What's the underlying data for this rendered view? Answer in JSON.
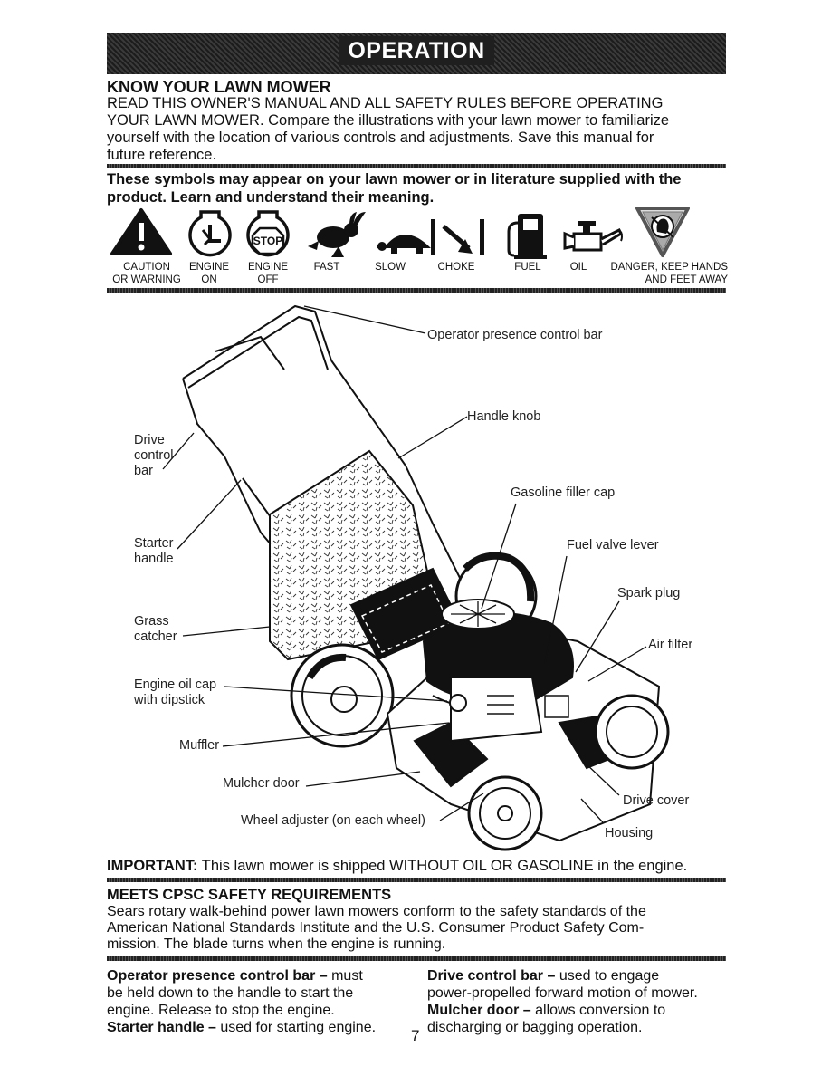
{
  "banner": {
    "title": "OPERATION"
  },
  "know": {
    "heading": "KNOW YOUR LAWN MOWER",
    "line1": "READ THIS OWNER'S MANUAL AND ALL SAFETY RULES BEFORE OPERATING",
    "line2": "YOUR LAWN MOWER.  Compare the illustrations with your lawn mower to familiarize",
    "line3": "yourself with the location of various controls and adjustments.  Save this manual for",
    "line4": "future reference."
  },
  "symbols": {
    "heading1": "These symbols may appear on your lawn mower or in literature supplied with the",
    "heading2": "product.  Learn and understand their meaning.",
    "stop_text": "STOP",
    "items": [
      {
        "line1": "CAUTION",
        "line2": "OR WARNING",
        "icon": "warning-triangle-icon"
      },
      {
        "line1": "ENGINE",
        "line2": "ON",
        "icon": "engine-on-icon"
      },
      {
        "line1": "ENGINE",
        "line2": "OFF",
        "icon": "engine-off-icon"
      },
      {
        "line1": "FAST",
        "line2": "",
        "icon": "rabbit-icon"
      },
      {
        "line1": "SLOW",
        "line2": "",
        "icon": "turtle-icon"
      },
      {
        "line1": "CHOKE",
        "line2": "",
        "icon": "choke-icon"
      },
      {
        "line1": "FUEL",
        "line2": "",
        "icon": "fuel-pump-icon"
      },
      {
        "line1": "OIL",
        "line2": "",
        "icon": "oil-can-icon"
      },
      {
        "line1": "DANGER, KEEP HANDS",
        "line2": "AND FEET AWAY",
        "icon": "keep-hands-away-icon"
      }
    ]
  },
  "diagram": {
    "operator_presence": "Operator presence control bar",
    "handle_knob": "Handle knob",
    "drive_control_1": "Drive",
    "drive_control_2": "control",
    "drive_control_3": "bar",
    "gasoline_cap": "Gasoline filler cap",
    "starter_1": "Starter",
    "starter_2": "handle",
    "fuel_valve": "Fuel valve lever",
    "spark_plug": "Spark plug",
    "grass_1": "Grass",
    "grass_2": "catcher",
    "air_filter": "Air filter",
    "oil_cap_1": "Engine oil cap",
    "oil_cap_2": "with dipstick",
    "muffler": "Muffler",
    "mulcher_door": "Mulcher door",
    "drive_cover": "Drive cover",
    "wheel_adjuster": "Wheel adjuster (on each wheel)",
    "housing": "Housing"
  },
  "important": {
    "label": "IMPORTANT:",
    "text": " This lawn mower is shipped WITHOUT OIL OR GASOLINE in the engine."
  },
  "cpsc": {
    "heading": "MEETS CPSC SAFETY REQUIREMENTS",
    "line1": "Sears rotary walk-behind power lawn mowers conform to the safety standards of the",
    "line2": "American National Standards Institute and the U.S. Consumer Product Safety Com-",
    "line3": "mission.  The blade turns when the engine is running."
  },
  "defs": {
    "opc_term": "Operator presence control bar –",
    "opc_1": " must",
    "opc_2": "be held down to the handle to start the",
    "opc_3": "engine.  Release to stop the engine.",
    "starter_term": "Starter handle –",
    "starter_text": " used for starting engine.",
    "drive_term": "Drive control bar –",
    "drive_1": " used to engage",
    "drive_2": "power-propelled forward motion of mower.",
    "mulcher_term": "Mulcher door –",
    "mulcher_1": " allows conversion to",
    "mulcher_2": "discharging or bagging operation."
  },
  "page": {
    "number": "7"
  }
}
